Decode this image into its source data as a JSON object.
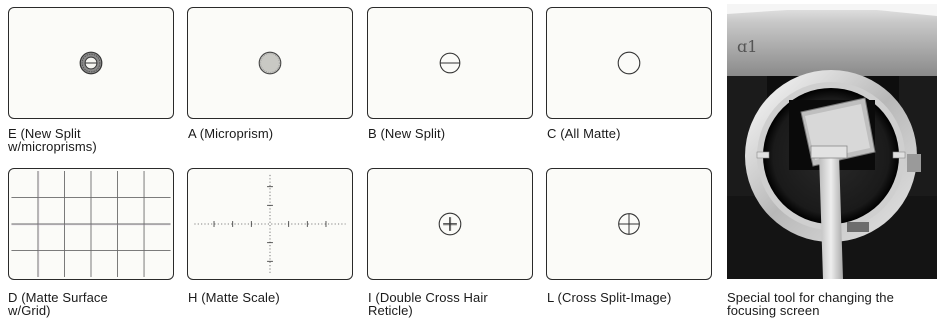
{
  "screens": [
    {
      "id": "E",
      "lines": [
        "E (New Split",
        "w/microprisms)"
      ]
    },
    {
      "id": "A",
      "lines": [
        "A (Microprism)"
      ]
    },
    {
      "id": "B",
      "lines": [
        "B (New Split)"
      ]
    },
    {
      "id": "C",
      "lines": [
        "C (All Matte)"
      ]
    },
    {
      "id": "D",
      "lines": [
        "D (Matte Surface",
        "w/Grid)"
      ]
    },
    {
      "id": "H",
      "lines": [
        "H (Matte Scale)"
      ]
    },
    {
      "id": "I",
      "lines": [
        "I (Double Cross Hair",
        "Reticle)"
      ]
    },
    {
      "id": "L",
      "lines": [
        "L (Cross Split-Image)"
      ]
    }
  ],
  "photo": {
    "lines": [
      "Special tool for changing the",
      "focusing screen"
    ]
  }
}
